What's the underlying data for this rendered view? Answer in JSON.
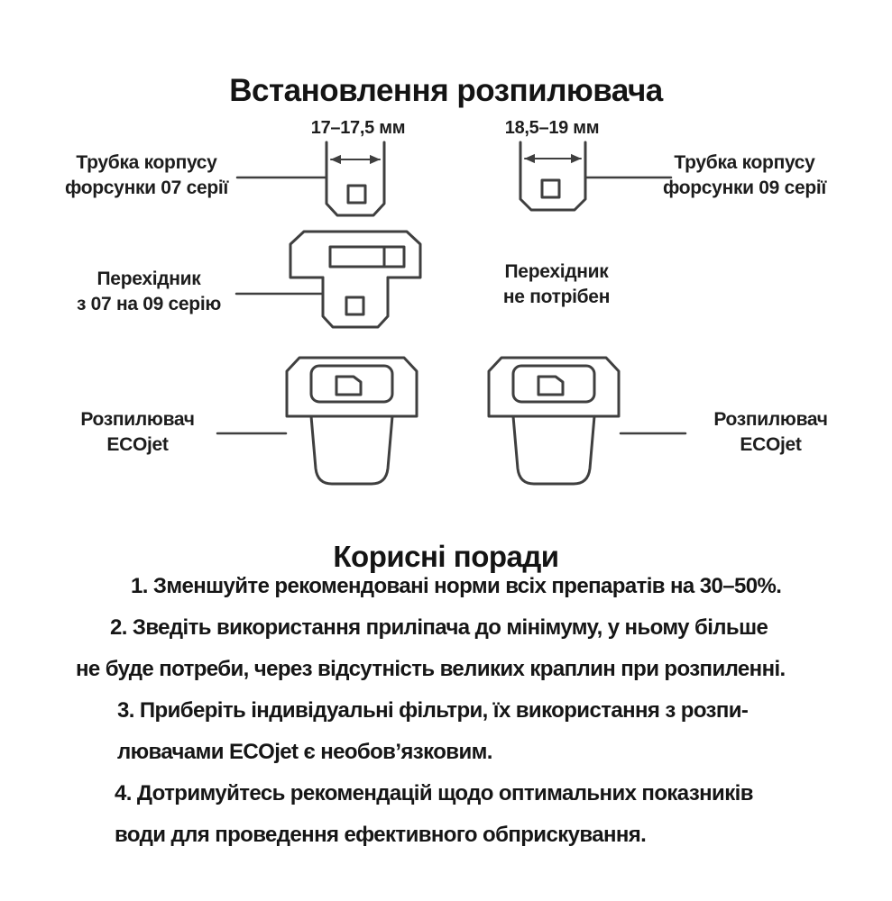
{
  "title": "Встановлення розпилювача",
  "diagram": {
    "left": {
      "dimension": "17–17,5 мм",
      "tube_label": [
        "Трубка корпусу",
        "форсунки 07 серії"
      ],
      "adapter_label": [
        "Перехідник",
        "з 07 на 09 серію"
      ],
      "sprayer_label": [
        "Розпилювач",
        "ECOjet"
      ]
    },
    "right": {
      "dimension": "18,5–19 мм",
      "tube_label": [
        "Трубка корпусу",
        "форсунки 09 серії"
      ],
      "adapter_label": [
        "Перехідник",
        "не потрібен"
      ],
      "sprayer_label": [
        "Розпилювач",
        "ECOjet"
      ]
    }
  },
  "tips": {
    "title": "Корисні поради",
    "items": [
      {
        "lines": [
          "1. Зменшуйте рекомендовані норми всіх препаратів на 30–50%."
        ]
      },
      {
        "lines": [
          "2. Зведіть використання приліпача до мінімуму, у ньому більше",
          "не буде потреби, через відсутність великих краплин при розпиленні."
        ]
      },
      {
        "lines": [
          "3. Приберіть індивідуальні фільтри, їх використання з розпи-",
          "лювачами ECOjet є необов’язковим."
        ]
      },
      {
        "lines": [
          "4. Дотримуйтесь рекомендацій щодо оптимальних показників",
          "води для проведення ефективного обприскування."
        ]
      }
    ]
  },
  "colors": {
    "background": "#ffffff",
    "ink": "#161616",
    "line": "#3f3f3f"
  }
}
